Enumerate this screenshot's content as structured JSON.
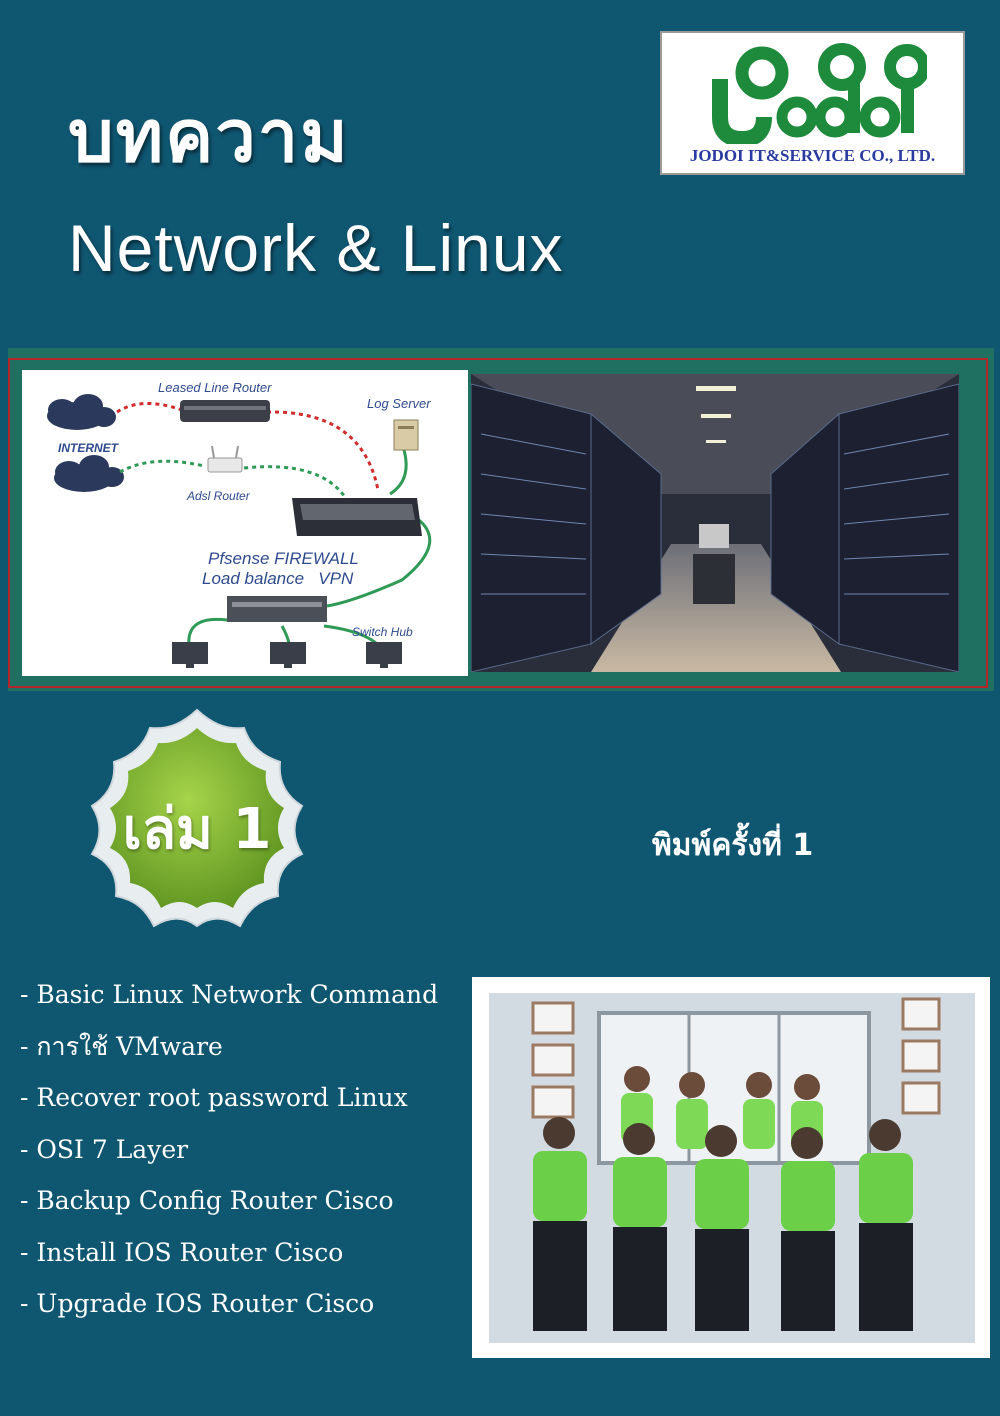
{
  "cover": {
    "title_thai": "บทความ",
    "title_english": "Network & Linux"
  },
  "logo": {
    "icon": "jodoi-logo",
    "company_name": "JODOI IT&SERVICE CO., LTD."
  },
  "diagram": {
    "labels": {
      "router": "Leased Line Router",
      "log_server": "Log Server",
      "internet": "INTERNET",
      "adsl": "Adsl Router",
      "firewall": "Pfsense FIREWALL",
      "loadbalance": "Load balance   VPN",
      "switch": "Switch Hub"
    }
  },
  "badge": {
    "label": "เล่ม 1",
    "color": "#7fb82e"
  },
  "edition": {
    "label": "พิมพ์ครั้งที่ 1"
  },
  "topics": [
    "- Basic Linux Network Command",
    "- การใช้ VMware",
    "- Recover root password Linux",
    "- OSI 7 Layer",
    "- Backup Config Router Cisco",
    "- Install IOS Router Cisco",
    "- Upgrade IOS Router Cisco"
  ],
  "colors": {
    "background": "#0f5671",
    "banner": "#1f7060",
    "banner_border": "#b5262a",
    "logo_green": "#1e8a3c",
    "logo_text": "#2a3aa0"
  }
}
